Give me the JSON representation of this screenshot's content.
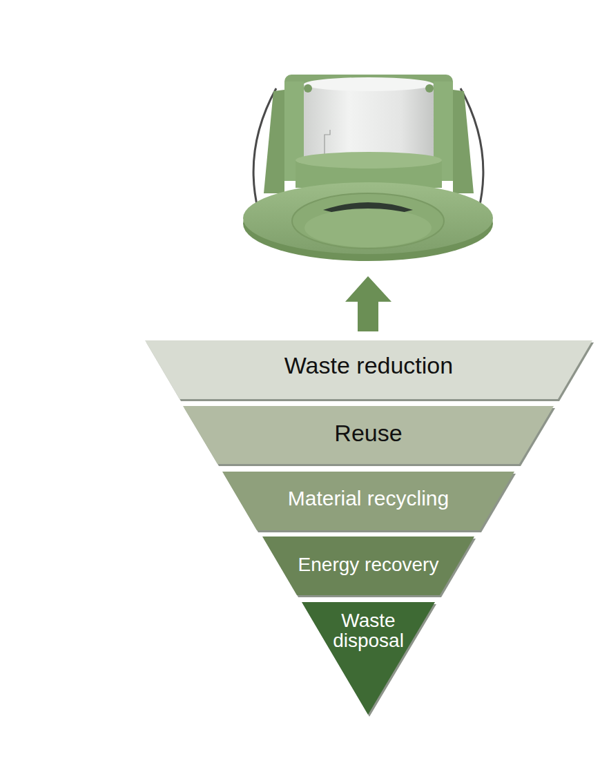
{
  "diagram": {
    "nodes": [
      {
        "text": [
          "Waste reduction"
        ]
      },
      {
        "text": [
          "Reuse"
        ]
      },
      {
        "text": [
          "Material recycling"
        ]
      },
      {
        "text": [
          "Energy recovery"
        ]
      },
      {
        "text": [
          "Waste disposal"
        ]
      }
    ]
  }
}
